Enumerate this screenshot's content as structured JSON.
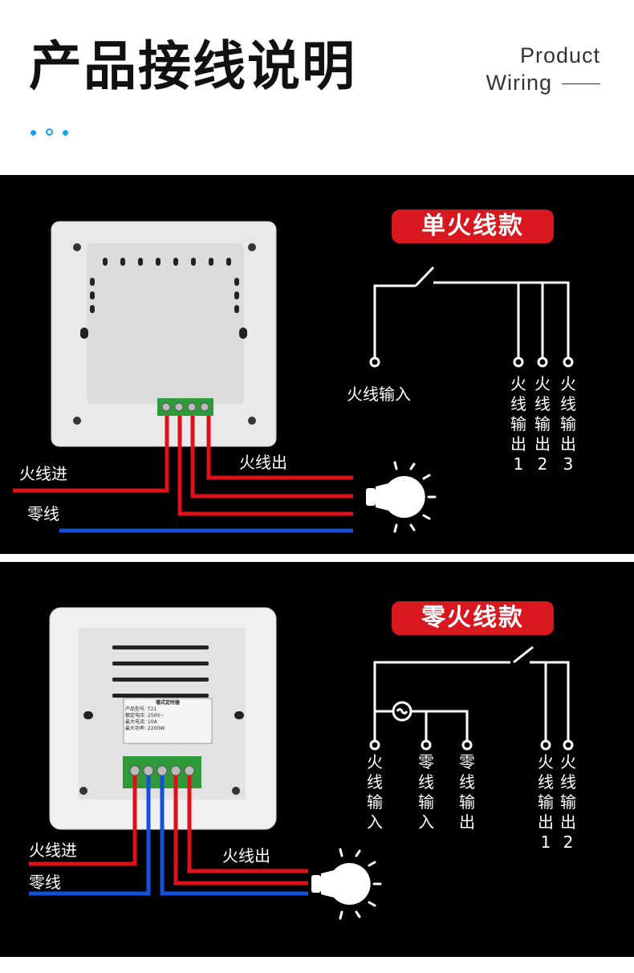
{
  "header": {
    "title_cn": "产品接线说明",
    "title_en_line1": "Product",
    "title_en_line2": "Wiring"
  },
  "colors": {
    "live": "#e0101a",
    "neutral": "#1550d8",
    "badge": "#d8171e",
    "accent": "#1aa0e8"
  },
  "section1": {
    "badge": "单火线款",
    "live_in_label": "火线进",
    "neutral_label": "零线",
    "live_out_label": "火线出",
    "input_label": "火线输入",
    "outputs": [
      "火线输出1",
      "火线输出2",
      "火线输出3"
    ]
  },
  "section2": {
    "badge": "零火线款",
    "live_in_label": "火线进",
    "neutral_label": "零线",
    "live_out_label": "火线出",
    "terminals": [
      "火线输入",
      "零线输入",
      "零线输出"
    ],
    "outputs": [
      "火线输出1",
      "火线输出2"
    ],
    "device_title": "墙式定时器",
    "device_specs": [
      "产品型号: T21",
      "额定电压: 250V~",
      "最大电流: 10A",
      "最大功率: 2200W"
    ]
  }
}
